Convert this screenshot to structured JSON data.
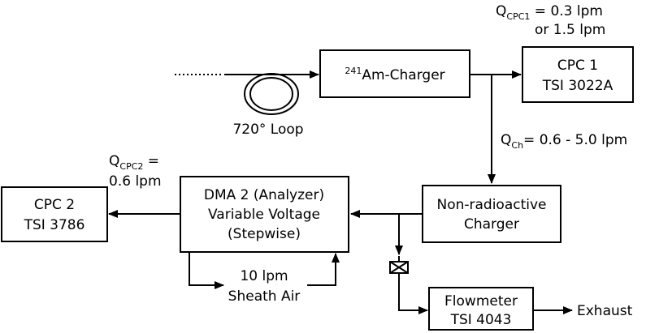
{
  "nodes": {
    "am_charger": {
      "sup": "241",
      "label": "Am-Charger"
    },
    "cpc1": {
      "line1": "CPC 1",
      "line2": "TSI 3022A"
    },
    "loop": {
      "label": "720° Loop"
    },
    "non_radioactive": {
      "line1": "Non-radioactive",
      "line2": "Charger"
    },
    "dma2": {
      "line1": "DMA 2 (Analyzer)",
      "line2": "Variable Voltage",
      "line3": "(Stepwise)"
    },
    "cpc2": {
      "line1": "CPC 2",
      "line2": "TSI 3786"
    },
    "flowmeter": {
      "line1": "Flowmeter",
      "line2": "TSI 4043"
    },
    "exhaust": {
      "label": "Exhaust"
    },
    "sheath": {
      "line1": "10 lpm",
      "line2": "Sheath Air"
    }
  },
  "flows": {
    "q_cpc1": {
      "symbol": "Q",
      "sub": "CPC1",
      "line1_rest": " = 0.3 lpm",
      "line2": "or 1.5 lpm"
    },
    "q_ch": {
      "symbol": "Q",
      "sub": "Ch",
      "rest": "= 0.6 - 5.0 lpm"
    },
    "q_cpc2": {
      "symbol": "Q",
      "sub": "CPC2",
      "line1_rest": " =",
      "line2": "0.6 lpm"
    }
  },
  "colors": {
    "stroke": "#000000",
    "background": "#ffffff"
  }
}
